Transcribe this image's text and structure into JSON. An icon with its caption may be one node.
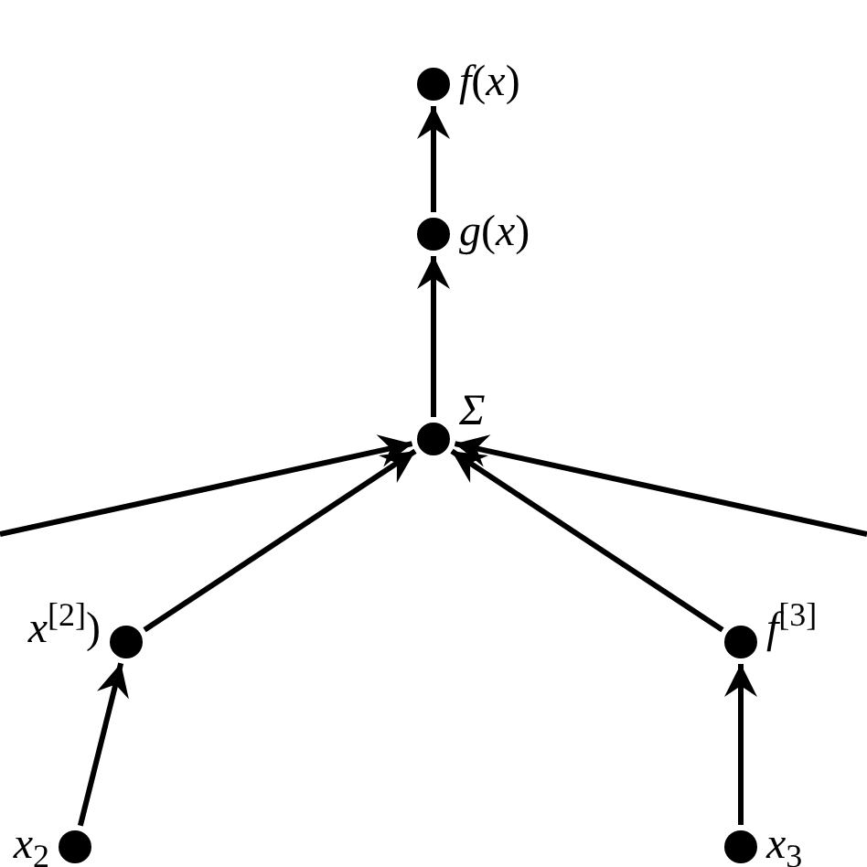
{
  "diagram": {
    "nodes": [
      {
        "text": [],
        "shape": "circle",
        "beside": [
          "*f*(*x*)"
        ]
      },
      {
        "text": [],
        "shape": "circle",
        "beside": [
          "*g*(*x*)"
        ]
      },
      {
        "text": [],
        "shape": "circle",
        "beside": [
          "*Σ*"
        ]
      },
      {
        "text": [],
        "shape": "circle",
        "beside": [
          "*x*$^{[2]}$)"
        ]
      },
      {
        "text": [],
        "shape": "circle",
        "beside": [
          "*f*$^{[3]}$"
        ]
      },
      {
        "text": [],
        "shape": "circle",
        "beside": [
          "*x*$_{2}$"
        ]
      },
      {
        "text": [],
        "shape": "circle",
        "beside": [
          "*x*$_{3}$"
        ]
      }
    ],
    "edges": [
      {
        "from": 5,
        "to": 3,
        "arrow": "to"
      },
      {
        "from": 6,
        "to": 4,
        "arrow": "to"
      },
      {
        "from": null,
        "to": 2,
        "arrow": "to"
      },
      {
        "from": 3,
        "to": 2,
        "arrow": "to"
      },
      {
        "from": 4,
        "to": 2,
        "arrow": "to"
      },
      {
        "from": null,
        "to": 2,
        "arrow": "to"
      },
      {
        "from": 2,
        "to": 1,
        "arrow": "to"
      },
      {
        "from": 1,
        "to": 0,
        "arrow": "to"
      }
    ]
  }
}
